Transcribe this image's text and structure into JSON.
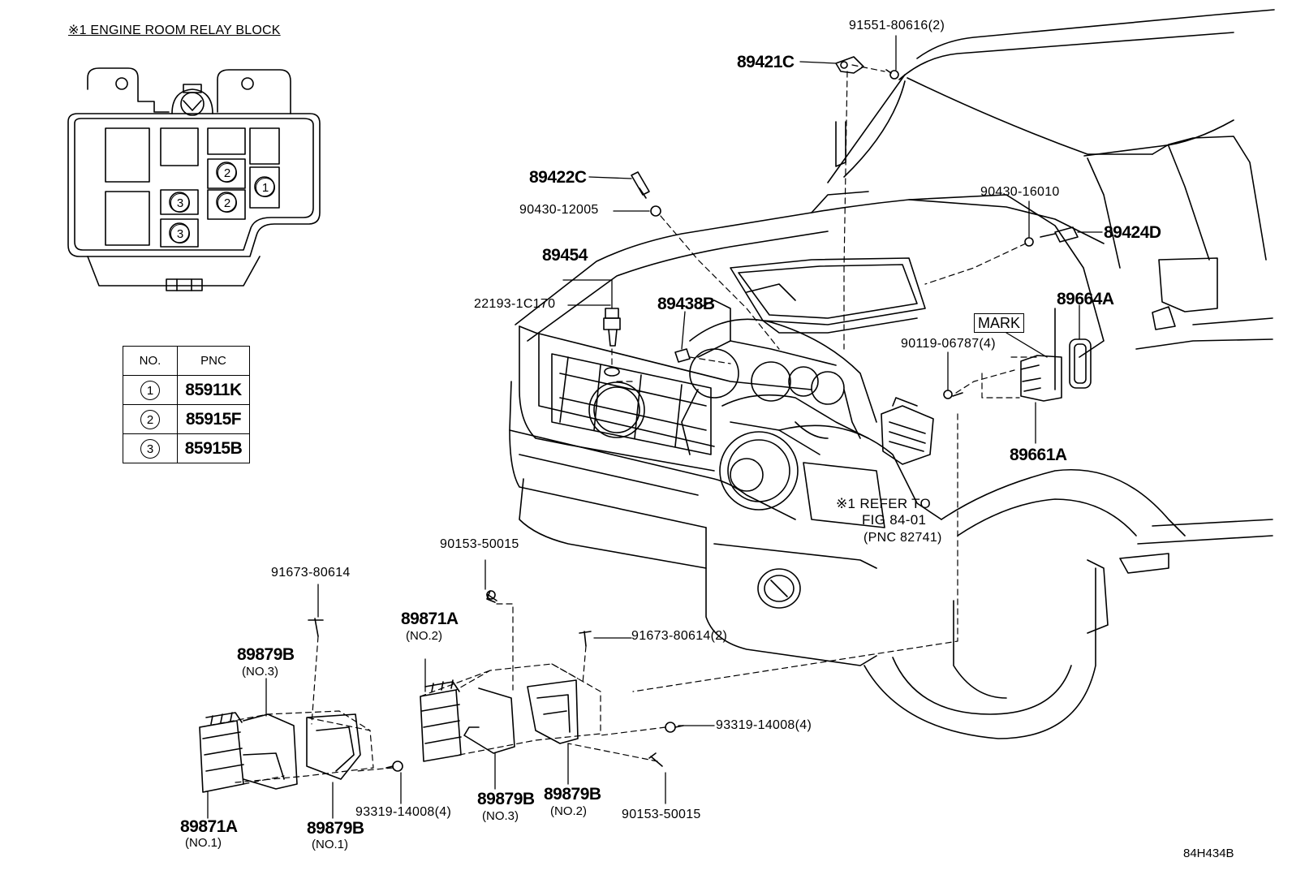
{
  "relay_block": {
    "title": "※1 ENGINE ROOM RELAY BLOCK",
    "slot_numbers": [
      "2",
      "1",
      "3",
      "2",
      "3"
    ]
  },
  "pnc_table": {
    "headers": [
      "NO.",
      "PNC"
    ],
    "rows": [
      {
        "no": "1",
        "pnc": "85911K"
      },
      {
        "no": "2",
        "pnc": "85915F"
      },
      {
        "no": "3",
        "pnc": "85915B"
      }
    ]
  },
  "callouts": {
    "p91551": "91551-80616(2)",
    "p89421c": "89421C",
    "p89422c": "89422C",
    "p90430_12005": "90430-12005",
    "p90430_16010": "90430-16010",
    "p89424d": "89424D",
    "p89454": "89454",
    "p22193": "22193-1C170",
    "p89438b": "89438B",
    "p89664a": "89664A",
    "mark": "MARK",
    "p90119": "90119-06787(4)",
    "p89661a": "89661A",
    "refer_line1": "※1 REFER TO",
    "refer_line2": "FIG 84-01",
    "refer_line3": "(PNC 82741)",
    "p90153_top": "90153-50015",
    "p91673_left": "91673-80614",
    "p89871a_no2": "89871A",
    "no2_a": "(NO.2)",
    "p91673_right": "91673-80614(2)",
    "p89879b_no3_top": "89879B",
    "no3_top": "(NO.3)",
    "p93319_right": "93319-14008(4)",
    "p93319_left": "93319-14008(4)",
    "p90153_bottom": "90153-50015",
    "p89879b_no3_bot": "89879B",
    "no3_bot": "(NO.3)",
    "p89879b_no2": "89879B",
    "no2_b": "(NO.2)",
    "p89871a_no1": "89871A",
    "no1_a": "(NO.1)",
    "p89879b_no1": "89879B",
    "no1_b": "(NO.1)"
  },
  "figure_code": "84H434B"
}
